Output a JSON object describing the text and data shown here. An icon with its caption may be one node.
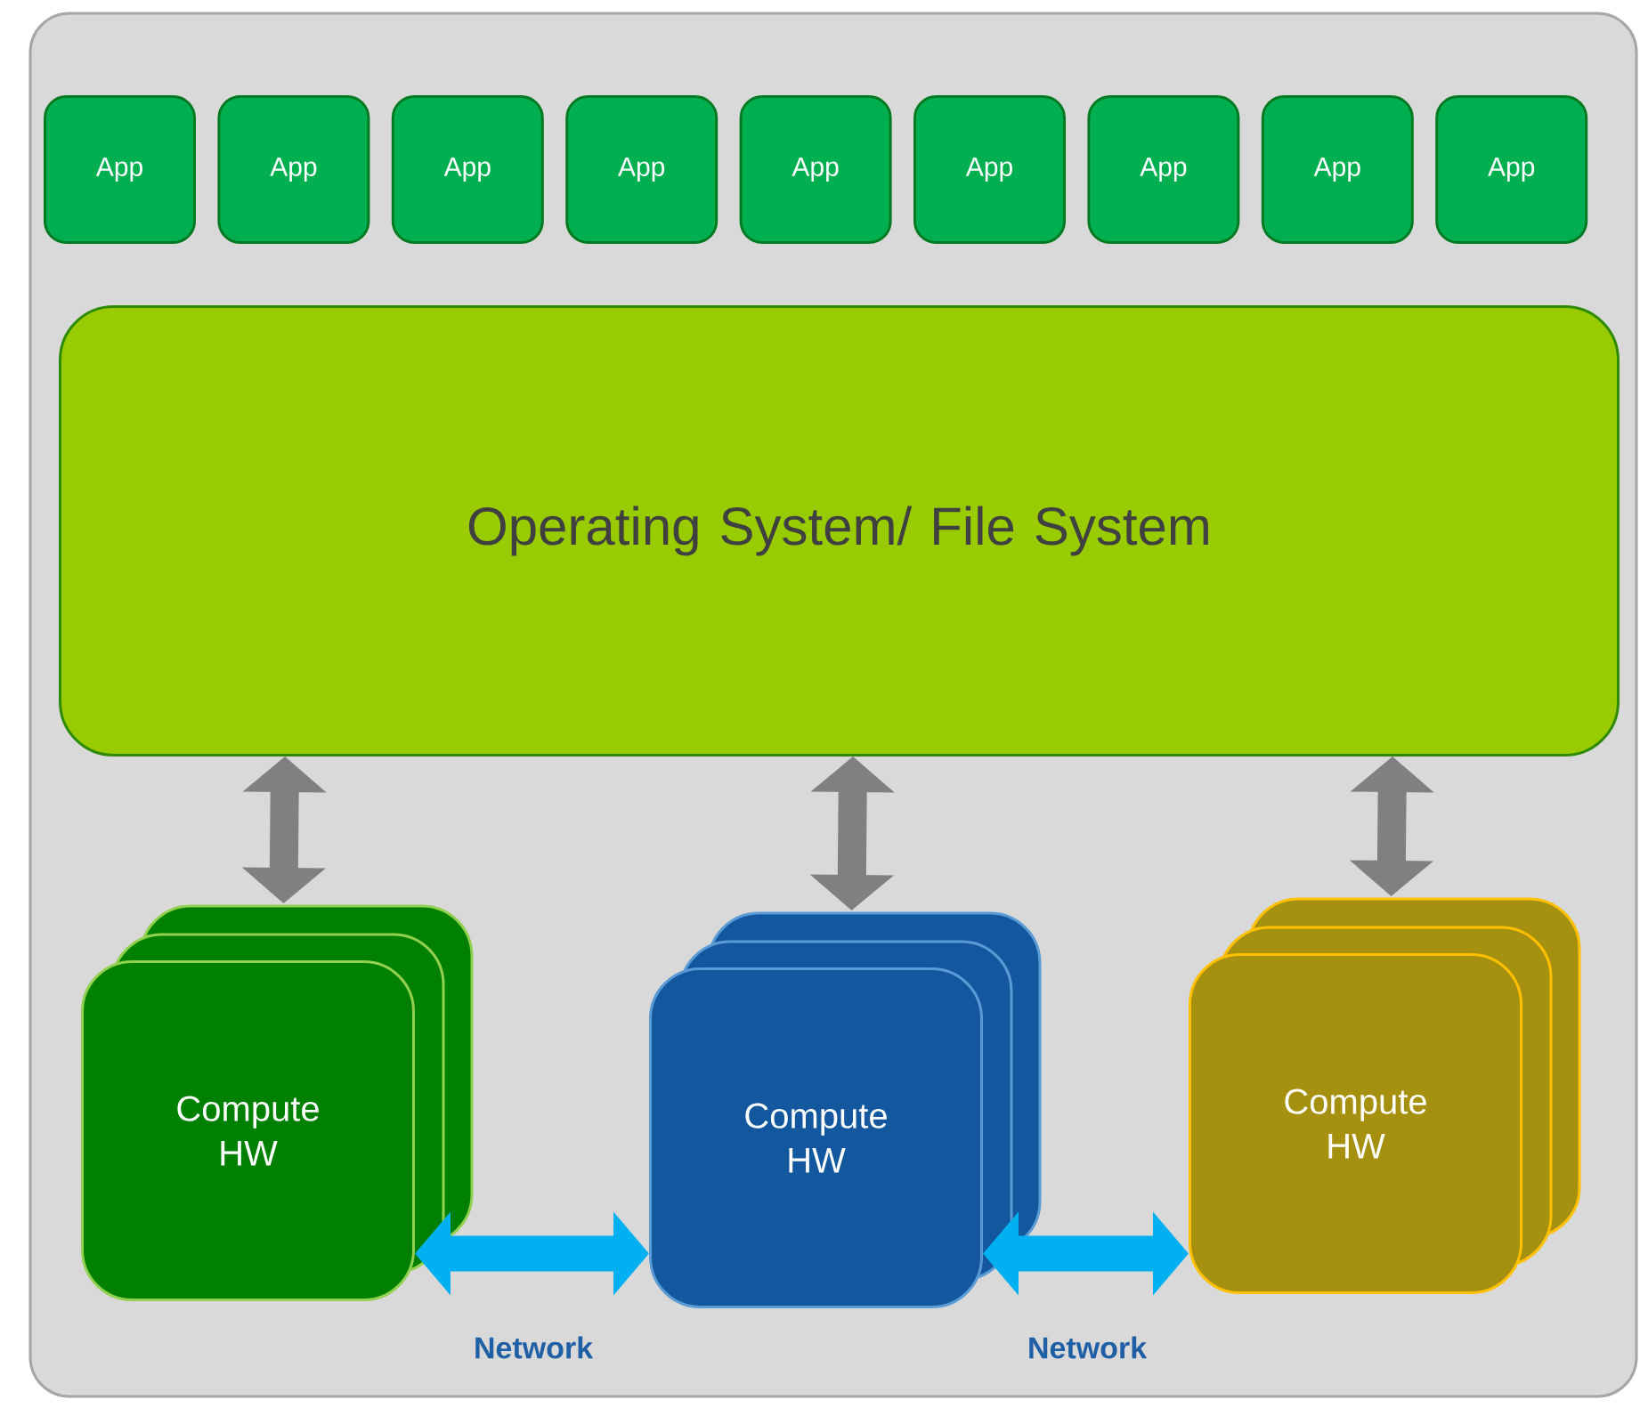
{
  "diagram": {
    "nodes": [
      {
        "text": [],
        "shape": "box"
      },
      {
        "text": [
          "App"
        ],
        "in": 0
      },
      {
        "text": [
          "App"
        ],
        "in": 0
      },
      {
        "text": [
          "App"
        ],
        "in": 0
      },
      {
        "text": [
          "App"
        ],
        "in": 0
      },
      {
        "text": [
          "App"
        ],
        "in": 0
      },
      {
        "text": [
          "App"
        ],
        "in": 0
      },
      {
        "text": [
          "App"
        ],
        "in": 0
      },
      {
        "text": [
          "App"
        ],
        "in": 0
      },
      {
        "text": [
          "App"
        ],
        "in": 0
      },
      {
        "text": [
          "Operating System/ File System"
        ],
        "in": 0
      },
      {
        "text": [
          "Compute HW"
        ],
        "in": 0
      },
      {
        "text": [
          "Compute HW"
        ],
        "in": 0
      },
      {
        "text": [
          "Compute HW"
        ],
        "in": 0
      }
    ],
    "edges": [
      {
        "from": 10,
        "to": 11,
        "arrow": "both"
      },
      {
        "from": 10,
        "to": 12,
        "arrow": "both"
      },
      {
        "from": 10,
        "to": 13,
        "arrow": "both"
      },
      {
        "from": 11,
        "to": 12,
        "arrow": "both",
        "label": "Network",
        "color": "#00b0f0"
      },
      {
        "from": 12,
        "to": 13,
        "arrow": "both",
        "label": "Network",
        "color": "#00b0f0"
      }
    ]
  }
}
